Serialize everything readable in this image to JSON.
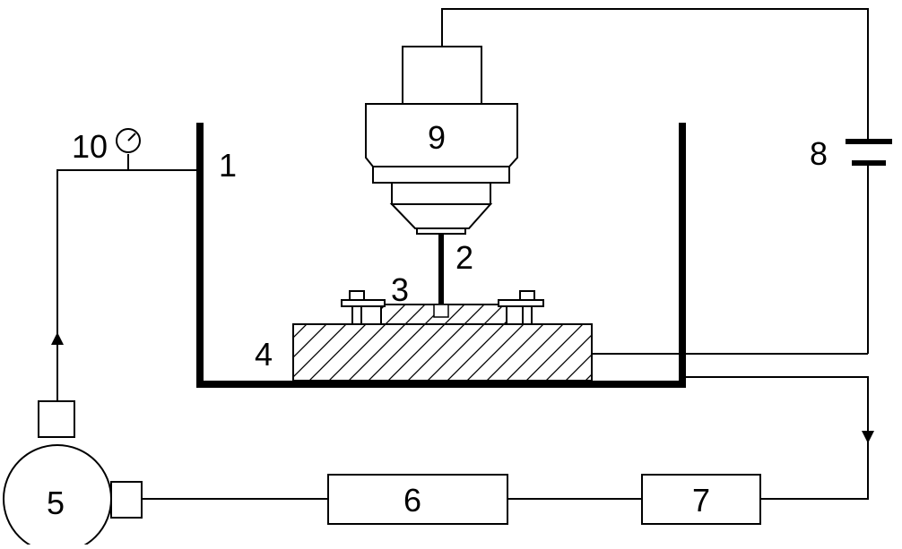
{
  "labels": {
    "tank": "1",
    "tool_electrode": "2",
    "workpiece": "3",
    "worktable": "4",
    "pump": "5",
    "box_6": "6",
    "box_7": "7",
    "power_supply": "8",
    "spindle_head": "9",
    "pressure_gauge": "10"
  },
  "colors": {
    "line": "#000000",
    "background": "#ffffff"
  }
}
